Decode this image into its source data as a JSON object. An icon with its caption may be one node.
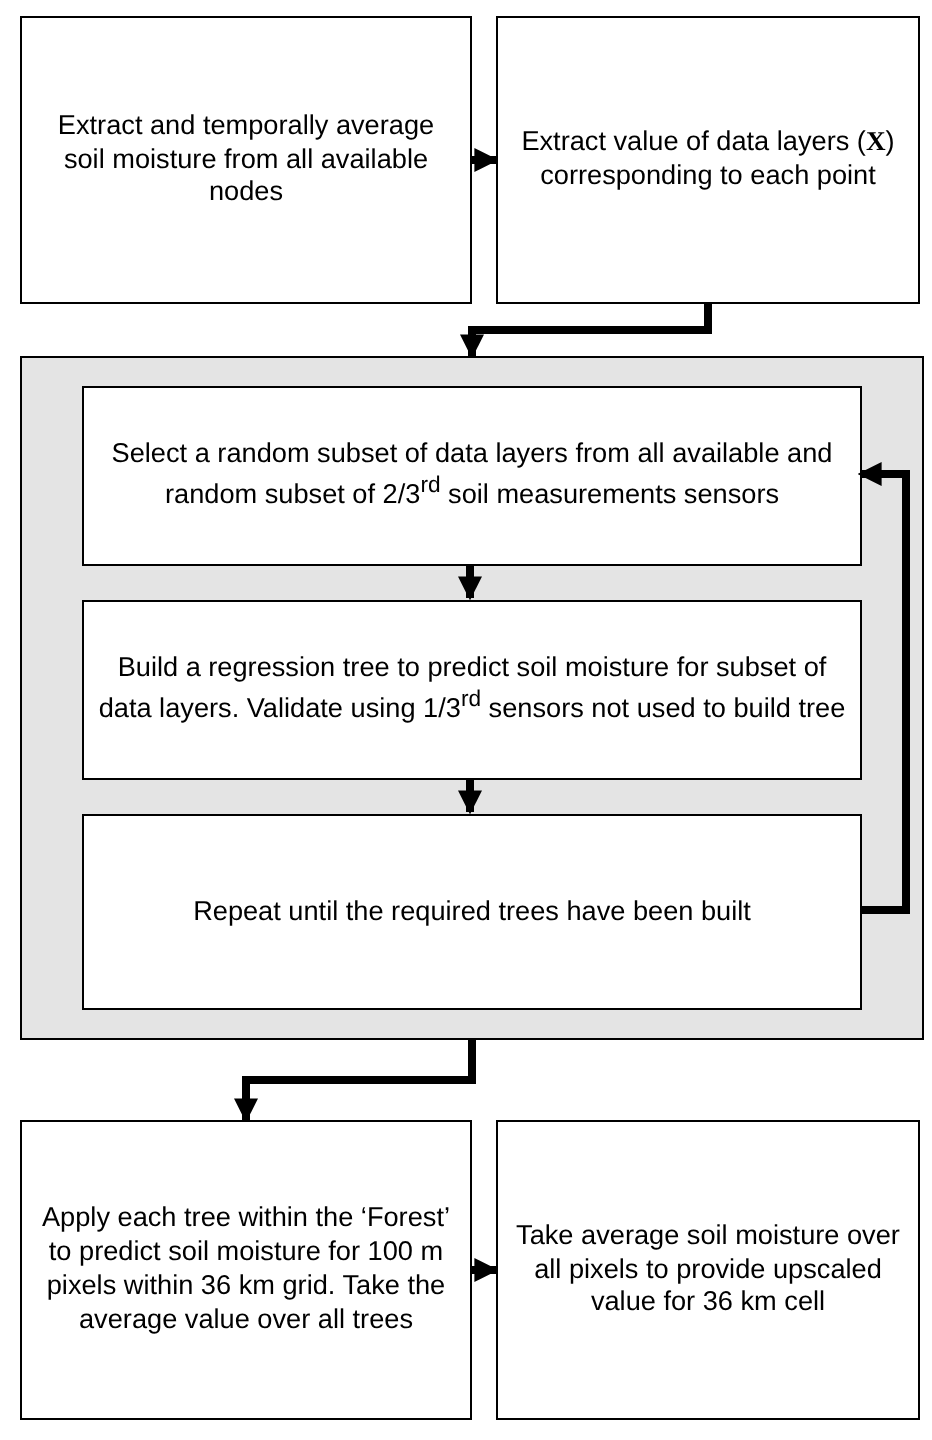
{
  "diagram": {
    "nodes": [
      {
        "text": [
          "Extract and temporally average soil moisture from all available nodes"
        ]
      },
      {
        "text": [
          "Extract value of data layers (**X**) corresponding to each point"
        ]
      },
      {
        "text": [],
        "shape": "box"
      },
      {
        "text": [
          "Select a random subset of data layers from all available and random subset of 2/3$^{rd}$ soil measurements sensors"
        ],
        "in": 2
      },
      {
        "text": [
          "Build a regression tree to predict soil moisture for subset of data layers. Validate using 1/3$^{rd}$ sensors not used to build tree"
        ],
        "in": 2
      },
      {
        "text": [
          "Repeat until the required trees have been built"
        ],
        "in": 2
      },
      {
        "text": [
          "Apply each tree within the ‘Forest’ to predict soil moisture for 100 m pixels within 36 km grid. Take the average value over all trees"
        ]
      },
      {
        "text": [
          "Take average soil moisture over all pixels to provide upscaled value for 36 km cell"
        ]
      }
    ],
    "edges": [
      {
        "from": 0,
        "to": 1,
        "arrow": "to"
      },
      {
        "from": 1,
        "to": 2,
        "arrow": "to"
      },
      {
        "from": 3,
        "to": 4,
        "arrow": "to"
      },
      {
        "from": 4,
        "to": 5,
        "arrow": "to"
      },
      {
        "from": 5,
        "to": 3,
        "arrow": "to"
      },
      {
        "from": 2,
        "to": 6,
        "arrow": "to"
      },
      {
        "from": 6,
        "to": 7,
        "arrow": "to"
      }
    ]
  }
}
